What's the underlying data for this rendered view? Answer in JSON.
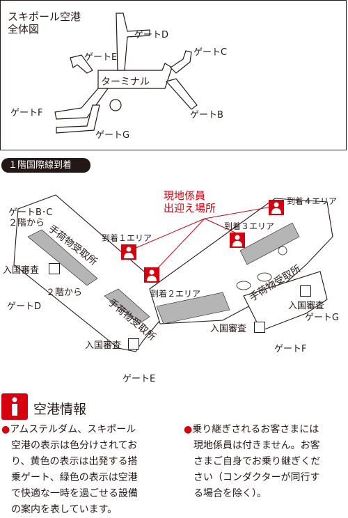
{
  "overview": {
    "title_lines": [
      "スキポール空港",
      "全体図"
    ],
    "terminal": "ターミナル",
    "gates": {
      "d": "ゲートD",
      "e": "ゲートE",
      "c": "ゲートC",
      "f": "ゲートF",
      "b": "ゲートB",
      "g": "ゲートG"
    }
  },
  "floor": {
    "badge": "１階国際線到着"
  },
  "meeting": {
    "lines": [
      "現地係員",
      "出迎え場所"
    ]
  },
  "areas": {
    "a1": "到着１エリア",
    "a2": "到着２エリア",
    "a3": "到着３エリア",
    "a4": "到着４エリア"
  },
  "map": {
    "gate_bc": [
      "ゲートB･C",
      "２階から"
    ],
    "from_2f": "２階から",
    "gate_d": "ゲートD",
    "gate_e": "ゲートE",
    "gate_f": "ゲートF",
    "gate_g": "ゲートG",
    "immigration": "入国審査",
    "baggage": "手荷物受取所"
  },
  "info": {
    "title": "空港情報",
    "bullet": "●",
    "note_left": [
      "アムステルダム、スキポール",
      "空港の表示は色分けされてお",
      "り、黄色の表示は出発する搭",
      "乗ゲート、緑色の表示は空港",
      "で快適な一時を過ごせる設備",
      "の案内を表しています。"
    ],
    "note_right": [
      "乗り継ぎされるお客さまには",
      "現地係員は付きません。お客",
      "さまご自身でお乗り継ぎくだ",
      "さい（コンダクターが同行す",
      "る場合を除く）。"
    ]
  }
}
